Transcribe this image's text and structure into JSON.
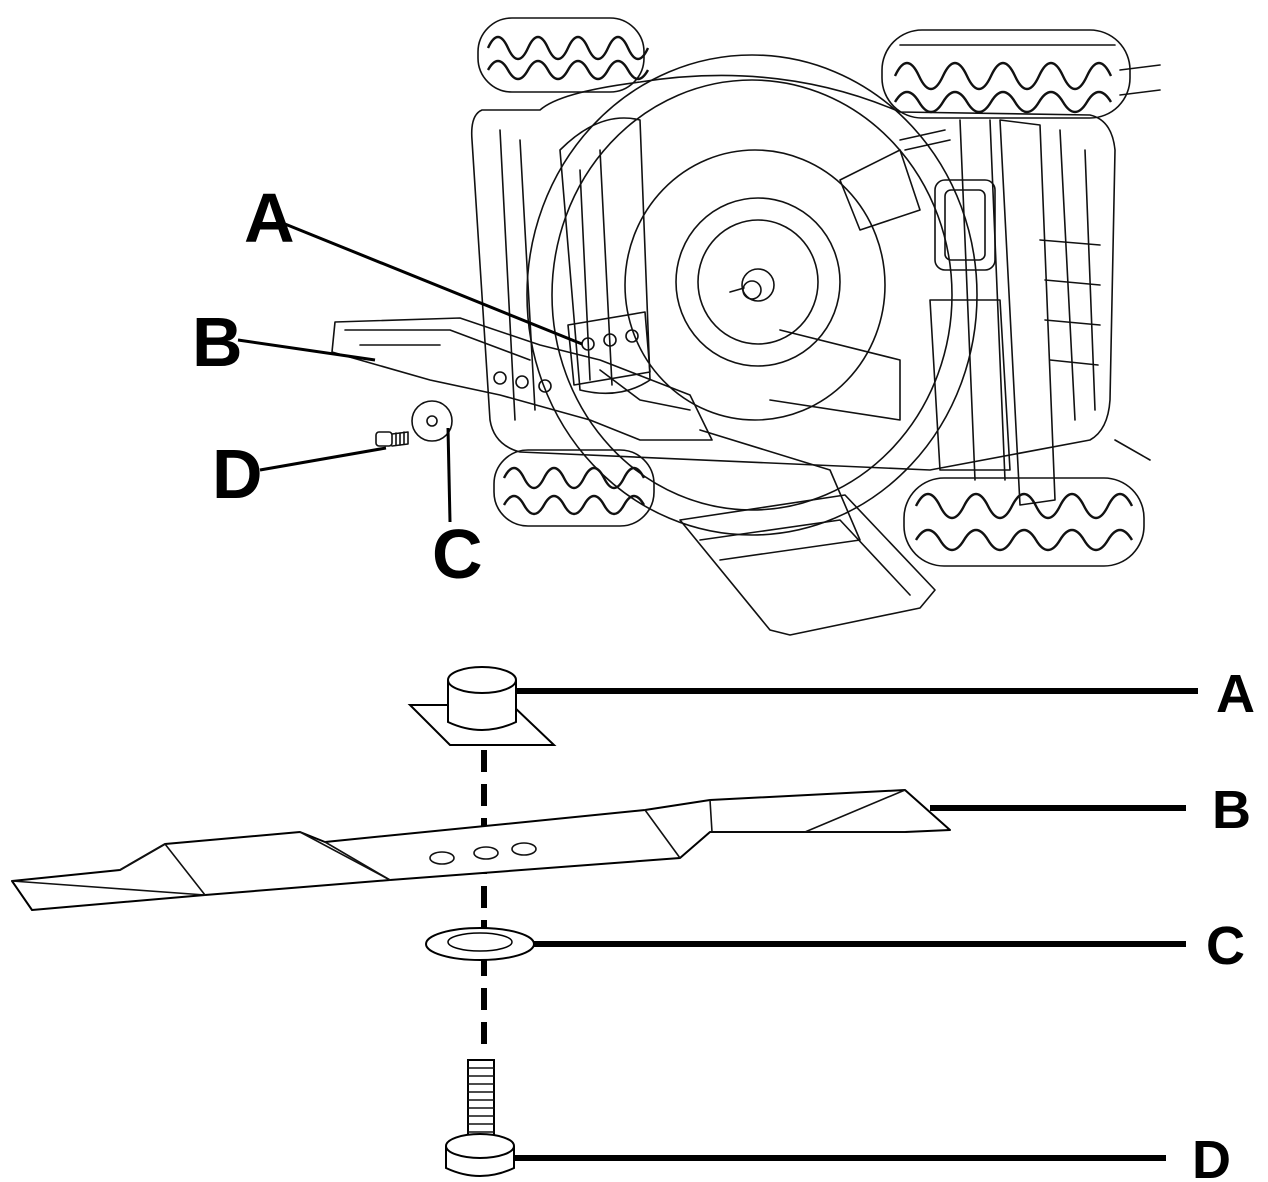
{
  "figure": {
    "top_labels": {
      "a": "A",
      "b": "B",
      "c": "C",
      "d": "D"
    },
    "bottom_labels": {
      "a": "A",
      "b": "B",
      "c": "C",
      "d": "D"
    }
  }
}
